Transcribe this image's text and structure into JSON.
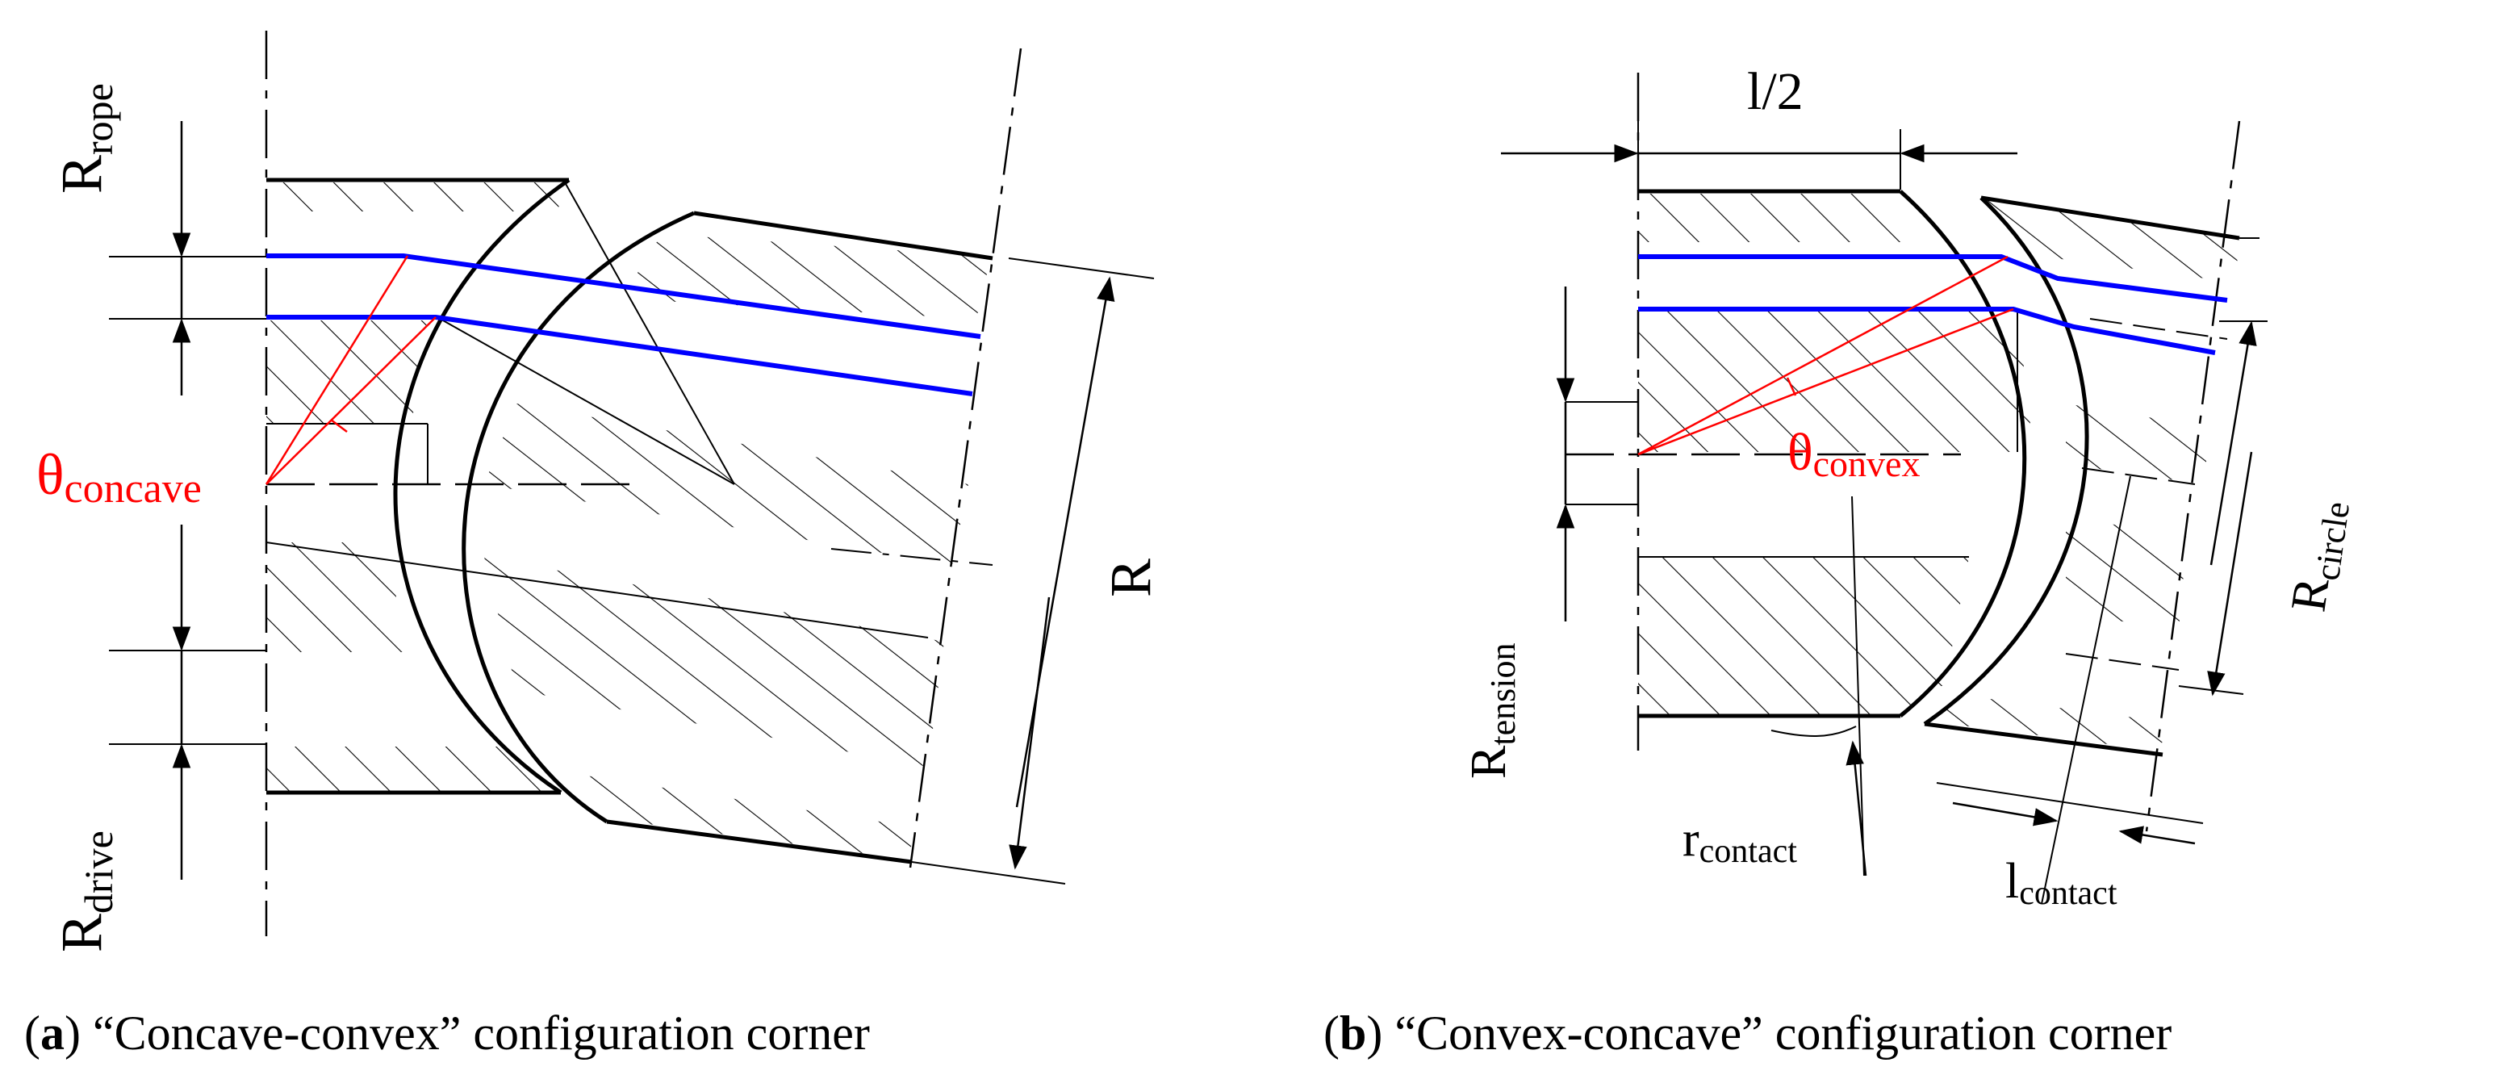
{
  "colors": {
    "outline": "#000000",
    "rope": "#0000ff",
    "angle": "#ff0000",
    "hatch": "#000000"
  },
  "panel_a": {
    "labels": {
      "rope": {
        "base": "R",
        "sub": "rope"
      },
      "drive": {
        "base": "R",
        "sub": "drive"
      },
      "radius": "R",
      "theta": {
        "base": "θ",
        "sub": "concave"
      }
    },
    "caption": {
      "letter": "a",
      "text": " “Concave-convex” configuration corner"
    }
  },
  "panel_b": {
    "labels": {
      "half_length": "l/2",
      "tension": {
        "base": "R",
        "sub": "tension"
      },
      "circle": {
        "base": "R",
        "sub": "circle"
      },
      "theta": {
        "base": "θ",
        "sub": "convex"
      },
      "contact_r": {
        "base": "r",
        "sub": "contact"
      },
      "contact_l": {
        "base": "l",
        "sub": "contact"
      }
    },
    "caption": {
      "letter": "b",
      "text": " “Convex-concave” configuration corner"
    }
  }
}
